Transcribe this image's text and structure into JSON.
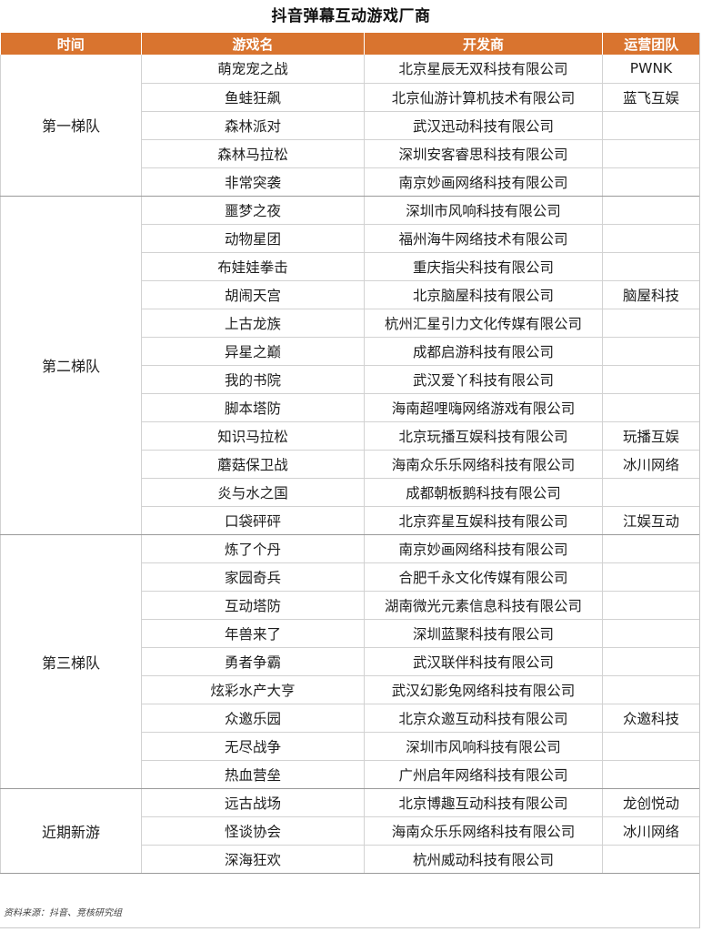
{
  "title": "抖音弹幕互动游戏厂商",
  "headers": {
    "time": "时间",
    "game": "游戏名",
    "developer": "开发商",
    "operator": "运营团队"
  },
  "groups": [
    {
      "tier": "第一梯队",
      "rows": [
        {
          "game": "萌宠宠之战",
          "developer": "北京星辰无双科技有限公司",
          "operator": "PWNK"
        },
        {
          "game": "鱼蛙狂飙",
          "developer": "北京仙游计算机技术有限公司",
          "operator": "蓝飞互娱"
        },
        {
          "game": "森林派对",
          "developer": "武汉迅动科技有限公司",
          "operator": ""
        },
        {
          "game": "森林马拉松",
          "developer": "深圳安客睿思科技有限公司",
          "operator": ""
        },
        {
          "game": "非常突袭",
          "developer": "南京妙画网络科技有限公司",
          "operator": ""
        }
      ]
    },
    {
      "tier": "第二梯队",
      "rows": [
        {
          "game": "噩梦之夜",
          "developer": "深圳市风响科技有限公司",
          "operator": ""
        },
        {
          "game": "动物星团",
          "developer": "福州海牛网络技术有限公司",
          "operator": ""
        },
        {
          "game": "布娃娃拳击",
          "developer": "重庆指尖科技有限公司",
          "operator": ""
        },
        {
          "game": "胡闹天宫",
          "developer": "北京脑屋科技有限公司",
          "operator": "脑屋科技"
        },
        {
          "game": "上古龙族",
          "developer": "杭州汇星引力文化传媒有限公司",
          "operator": ""
        },
        {
          "game": "异星之巅",
          "developer": "成都启游科技有限公司",
          "operator": ""
        },
        {
          "game": "我的书院",
          "developer": "武汉爱丫科技有限公司",
          "operator": ""
        },
        {
          "game": "脚本塔防",
          "developer": "海南超哩嗨网络游戏有限公司",
          "operator": ""
        },
        {
          "game": "知识马拉松",
          "developer": "北京玩播互娱科技有限公司",
          "operator": "玩播互娱"
        },
        {
          "game": "蘑菇保卫战",
          "developer": "海南众乐乐网络科技有限公司",
          "operator": "冰川网络"
        },
        {
          "game": "炎与水之国",
          "developer": "成都朝板鹅科技有限公司",
          "operator": ""
        },
        {
          "game": "口袋砰砰",
          "developer": "北京弈星互娱科技有限公司",
          "operator": "江娱互动"
        }
      ]
    },
    {
      "tier": "第三梯队",
      "rows": [
        {
          "game": "炼了个丹",
          "developer": "南京妙画网络科技有限公司",
          "operator": ""
        },
        {
          "game": "家园奇兵",
          "developer": "合肥千永文化传媒有限公司",
          "operator": ""
        },
        {
          "game": "互动塔防",
          "developer": "湖南微光元素信息科技有限公司",
          "operator": ""
        },
        {
          "game": "年兽来了",
          "developer": "深圳蓝聚科技有限公司",
          "operator": ""
        },
        {
          "game": "勇者争霸",
          "developer": "武汉联伴科技有限公司",
          "operator": ""
        },
        {
          "game": "炫彩水产大亨",
          "developer": "武汉幻影兔网络科技有限公司",
          "operator": ""
        },
        {
          "game": "众邀乐园",
          "developer": "北京众邀互动科技有限公司",
          "operator": "众邀科技"
        },
        {
          "game": "无尽战争",
          "developer": "深圳市风响科技有限公司",
          "operator": ""
        },
        {
          "game": "热血营垒",
          "developer": "广州启年网络科技有限公司",
          "operator": ""
        }
      ]
    },
    {
      "tier": "近期新游",
      "rows": [
        {
          "game": "远古战场",
          "developer": "北京博趣互动科技有限公司",
          "operator": "龙创悦动"
        },
        {
          "game": "怪谈协会",
          "developer": "海南众乐乐网络科技有限公司",
          "operator": "冰川网络"
        },
        {
          "game": "深海狂欢",
          "developer": "杭州威动科技有限公司",
          "operator": ""
        }
      ]
    }
  ],
  "source": "资料来源：抖音、竞核研究组",
  "colors": {
    "header_bg": "#d9742f",
    "header_text": "#ffffff"
  }
}
